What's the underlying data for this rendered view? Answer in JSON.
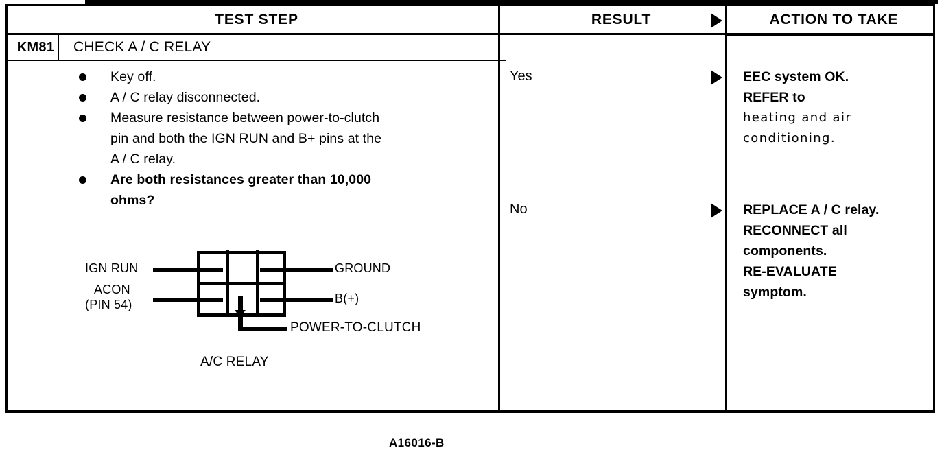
{
  "table": {
    "headers": {
      "test_step": "TEST STEP",
      "result": "RESULT",
      "action": "ACTION TO TAKE",
      "flow_arrow": "right-triangle-arrow"
    },
    "step": {
      "code": "KM81",
      "title": "CHECK A / C RELAY",
      "instructions": [
        {
          "text": "Key off.",
          "bold": false
        },
        {
          "text": "A / C relay disconnected.",
          "bold": false
        },
        {
          "text": "Measure resistance between power-to-clutch",
          "bold": false
        },
        {
          "text": "pin and both the IGN RUN and B+ pins at the",
          "bold": false,
          "continuation": true
        },
        {
          "text": "A / C relay.",
          "bold": false,
          "continuation": true
        },
        {
          "text": "Are both resistances greater than 10,000",
          "bold": true
        },
        {
          "text": "ohms?",
          "bold": true,
          "continuation": true
        }
      ]
    },
    "branches": [
      {
        "result": "Yes",
        "arrow": "right-triangle-arrow",
        "action_lines": [
          {
            "text": "EEC system OK.",
            "style": "strong"
          },
          {
            "text": "REFER to",
            "style": "strong"
          },
          {
            "text": "heating and air",
            "style": "thin"
          },
          {
            "text": "conditioning.",
            "style": "thin"
          }
        ]
      },
      {
        "result": "No",
        "arrow": "right-triangle-arrow",
        "action_lines": [
          {
            "text": "REPLACE A / C relay.",
            "style": "strong"
          },
          {
            "text": "RECONNECT all",
            "style": "strong"
          },
          {
            "text": "components.",
            "style": "strong"
          },
          {
            "text": "RE-EVALUATE",
            "style": "strong"
          },
          {
            "text": "symptom.",
            "style": "strong"
          }
        ]
      }
    ],
    "diagram": {
      "caption": "A/C RELAY",
      "figure_ref": "A16016-B",
      "labels": {
        "ign_run": "IGN RUN",
        "acon": "ACON",
        "acon_pin": "(PIN 54)",
        "ground": "GROUND",
        "b_plus": "B(+)",
        "power_to_clutch": "POWER-TO-CLUTCH"
      }
    }
  },
  "colors": {
    "ink": "#000000",
    "paper": "#ffffff"
  }
}
